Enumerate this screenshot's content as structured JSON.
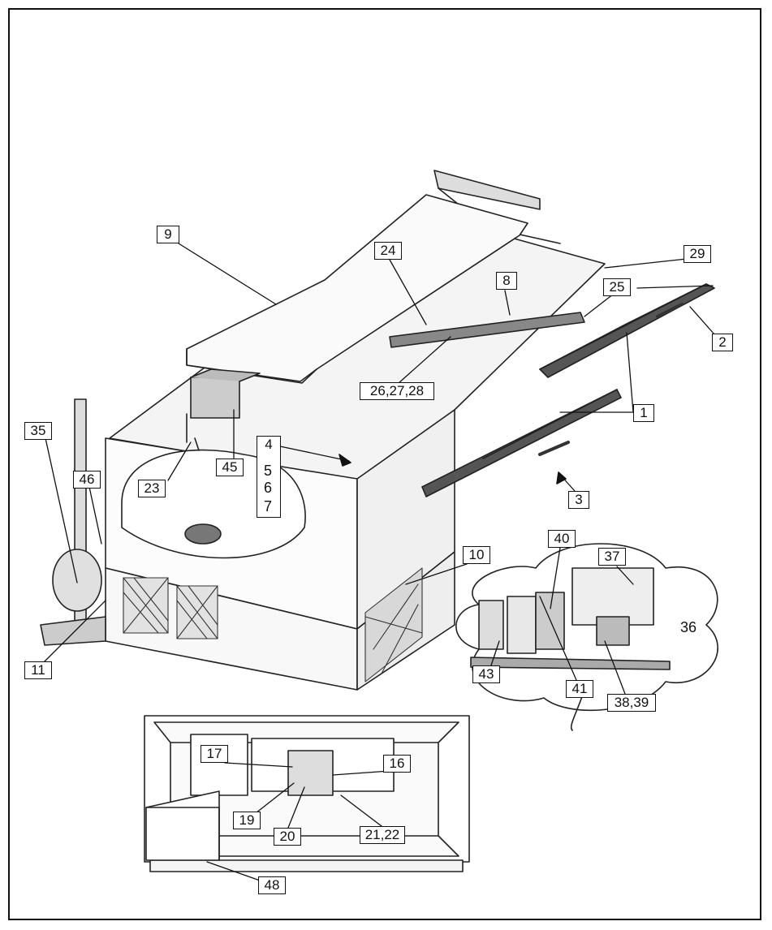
{
  "diagram": {
    "callouts": [
      {
        "id": "c9",
        "label": "9"
      },
      {
        "id": "c24",
        "label": "24"
      },
      {
        "id": "c8",
        "label": "8"
      },
      {
        "id": "c29",
        "label": "29"
      },
      {
        "id": "c25",
        "label": "25"
      },
      {
        "id": "c2",
        "label": "2"
      },
      {
        "id": "c26",
        "label": "26,27,28"
      },
      {
        "id": "c1",
        "label": "1"
      },
      {
        "id": "c35",
        "label": "35"
      },
      {
        "id": "c46",
        "label": "46"
      },
      {
        "id": "c23",
        "label": "23"
      },
      {
        "id": "c45",
        "label": "45"
      },
      {
        "id": "c4",
        "label": "4"
      },
      {
        "id": "c3",
        "label": "3"
      },
      {
        "id": "c10",
        "label": "10"
      },
      {
        "id": "c40",
        "label": "40"
      },
      {
        "id": "c37",
        "label": "37"
      },
      {
        "id": "c11",
        "label": "11"
      },
      {
        "id": "c43",
        "label": "43"
      },
      {
        "id": "c41",
        "label": "41"
      },
      {
        "id": "c38",
        "label": "38,39"
      },
      {
        "id": "c17",
        "label": "17"
      },
      {
        "id": "c16",
        "label": "16"
      },
      {
        "id": "c19",
        "label": "19"
      },
      {
        "id": "c20",
        "label": "20"
      },
      {
        "id": "c21",
        "label": "21,22"
      },
      {
        "id": "c48",
        "label": "48"
      }
    ],
    "plain_labels": {
      "five": "5",
      "six": "6",
      "seven": "7",
      "thirtysix": "36"
    }
  }
}
